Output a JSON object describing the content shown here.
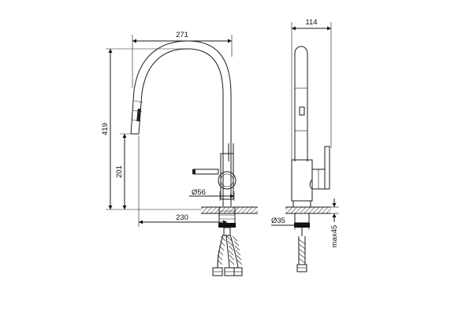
{
  "dimensions": {
    "width_total": "271",
    "height_total": "419",
    "spout_height": "201",
    "base_diameter_front": "Ø56",
    "reach": "230",
    "depth": "114",
    "base_diameter_side": "Ø35",
    "max_thickness": "max45"
  }
}
